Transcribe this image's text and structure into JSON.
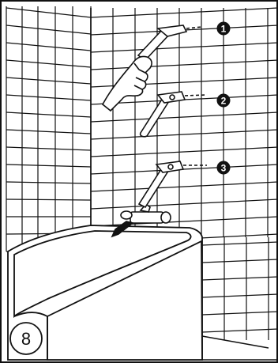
{
  "figure": {
    "number_label": "8",
    "steps": [
      "1",
      "2",
      "3"
    ]
  },
  "colors": {
    "ink": "#111111",
    "paper": "#ffffff"
  }
}
